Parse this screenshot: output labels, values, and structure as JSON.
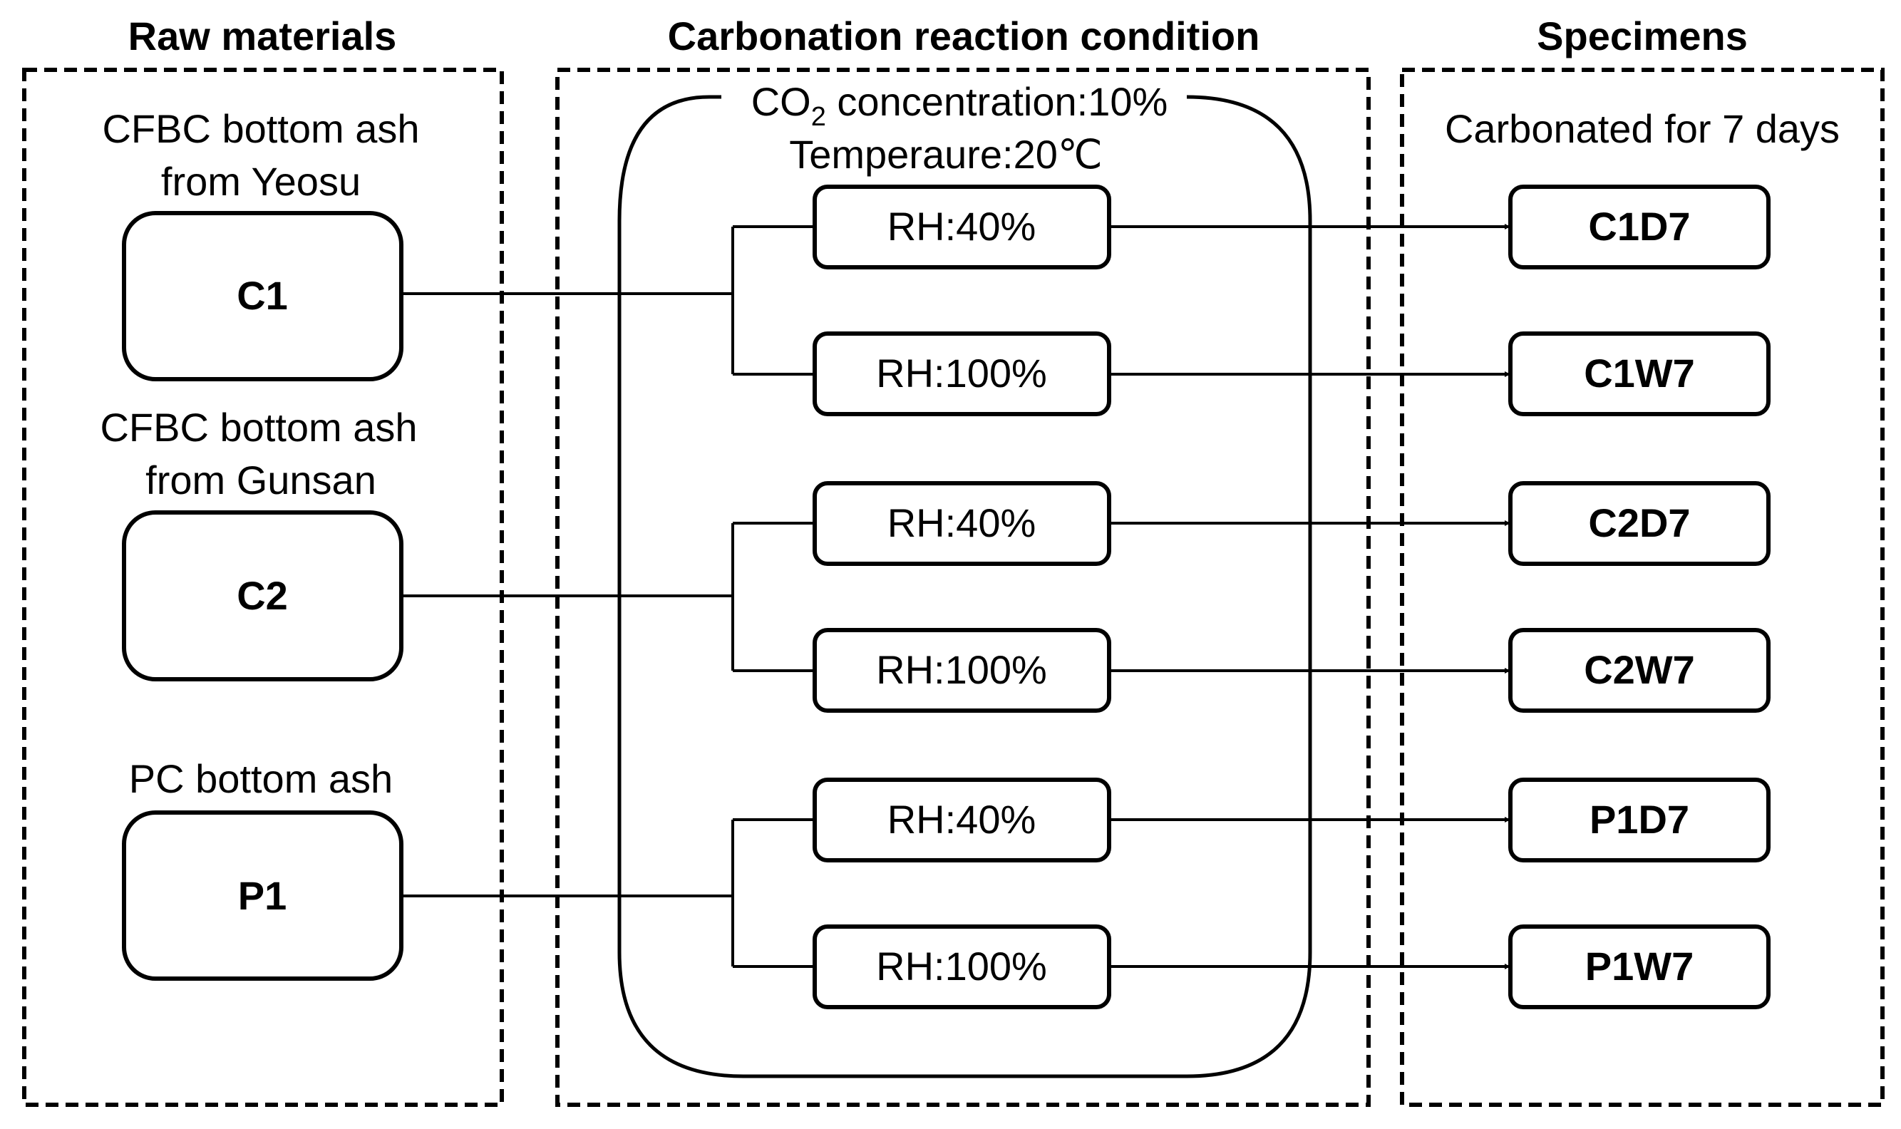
{
  "headers": {
    "raw": "Raw materials",
    "condition": "Carbonation reaction condition",
    "specimens": "Specimens"
  },
  "raw_materials": [
    {
      "line1": "CFBC bottom ash",
      "line2": "from Yeosu",
      "code": "C1"
    },
    {
      "line1": "CFBC bottom ash",
      "line2": "from Gunsan",
      "code": "C2"
    },
    {
      "line1": "PC bottom ash",
      "line2": "",
      "code": "P1"
    }
  ],
  "condition": {
    "co2_prefix": "CO",
    "co2_sub": "2",
    "co2_rest": " concentration:10%",
    "temperature": "Temperaure:20℃",
    "rh_dry": "RH:40%",
    "rh_wet": "RH:100%"
  },
  "specimens": {
    "note": "Carbonated for 7 days",
    "codes": [
      "C1D7",
      "C1W7",
      "C2D7",
      "C2W7",
      "P1D7",
      "P1W7"
    ]
  },
  "colors": {
    "stroke": "#000000",
    "background": "#ffffff"
  }
}
